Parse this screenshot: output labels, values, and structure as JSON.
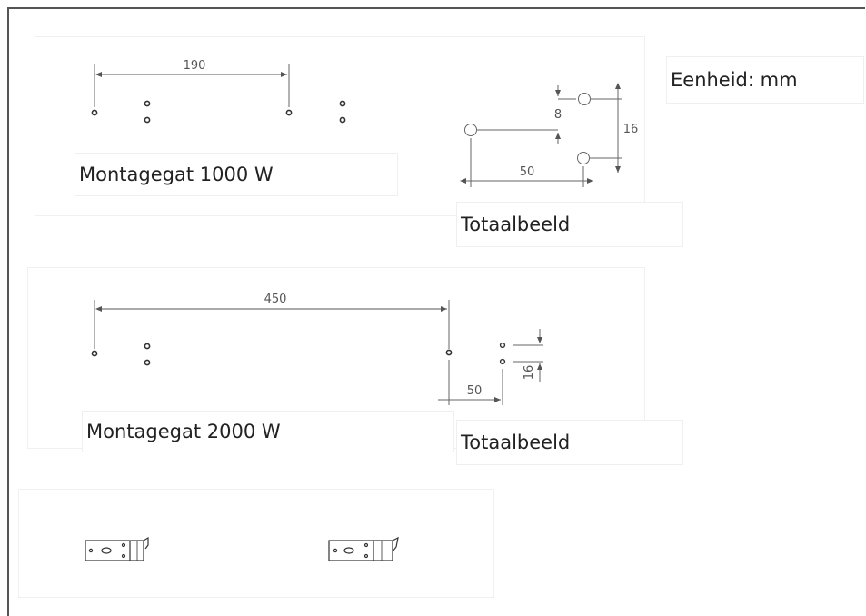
{
  "unit_label": "Eenheid: mm",
  "section_1000w": {
    "title": "Montagegat 1000 W",
    "spacing": "190",
    "overview_title": "Totaalbeeld",
    "overview_dim_small": "8",
    "overview_dim_height": "16",
    "overview_dim_width": "50"
  },
  "section_2000w": {
    "title": "Montagegat 2000 W",
    "spacing": "450",
    "overview_title": "Totaalbeeld",
    "overview_dim_width": "50",
    "overview_dim_height": "16"
  },
  "colors": {
    "line": "#555555",
    "frame": "#555555"
  }
}
